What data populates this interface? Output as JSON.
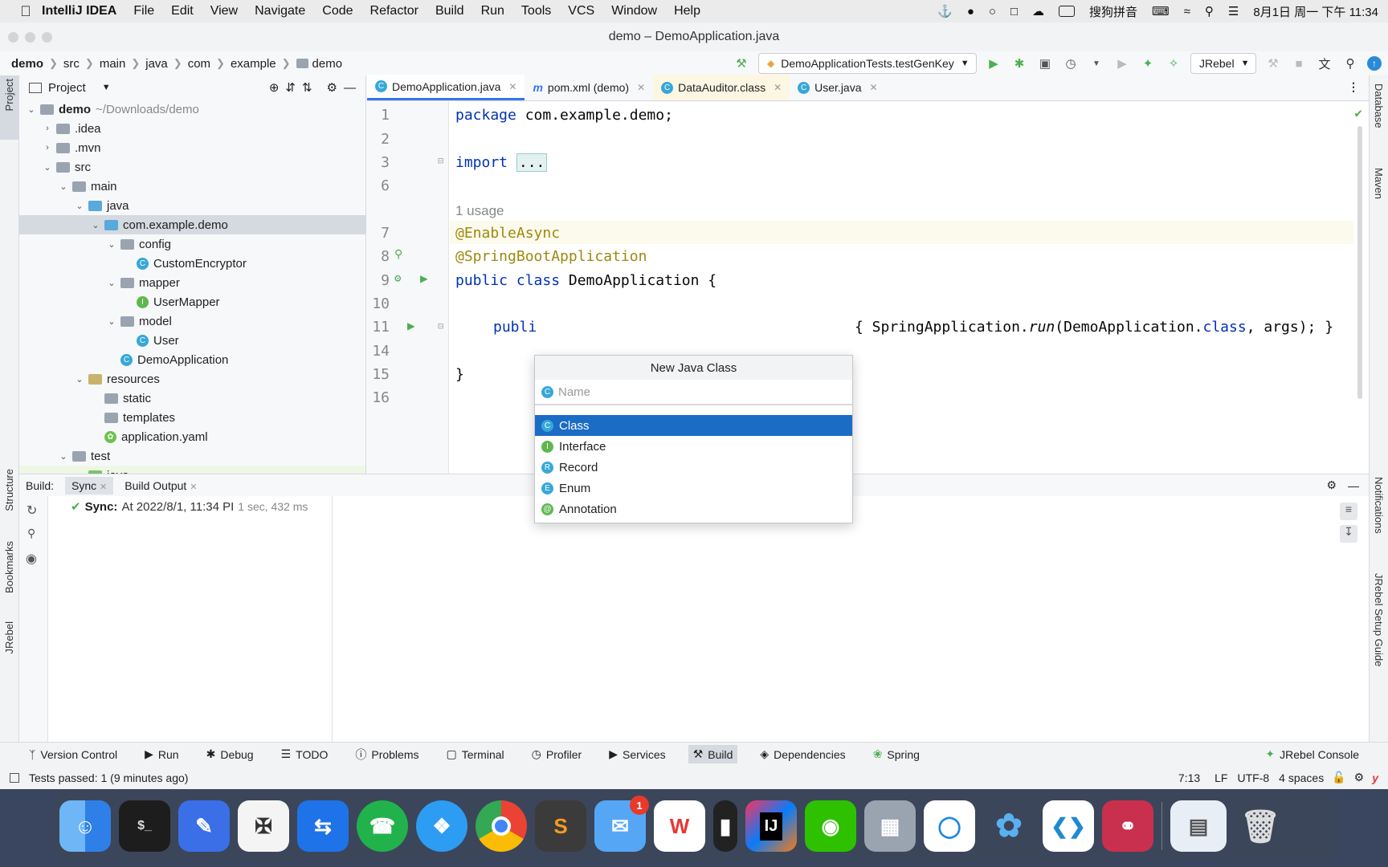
{
  "menubar": {
    "items": [
      "IntelliJ IDEA",
      "File",
      "Edit",
      "View",
      "Navigate",
      "Code",
      "Refactor",
      "Build",
      "Run",
      "Tools",
      "VCS",
      "Window",
      "Help"
    ],
    "input_method": "搜狗拼音",
    "clock": "8月1日 周一 下午 11:34"
  },
  "window": {
    "title": "demo – DemoApplication.java"
  },
  "breadcrumb": [
    "demo",
    "src",
    "main",
    "java",
    "com",
    "example",
    "demo"
  ],
  "toolbar": {
    "run_config": "DemoApplicationTests.testGenKey",
    "jrebel": "JRebel"
  },
  "project": {
    "title": "Project",
    "tree": [
      {
        "label": "demo",
        "extra": "~/Downloads/demo",
        "depth": 0,
        "chev": "v",
        "icon": "module"
      },
      {
        "label": ".idea",
        "depth": 1,
        "chev": ">",
        "icon": "folder"
      },
      {
        "label": ".mvn",
        "depth": 1,
        "chev": ">",
        "icon": "folder"
      },
      {
        "label": "src",
        "depth": 1,
        "chev": "v",
        "icon": "folder"
      },
      {
        "label": "main",
        "depth": 2,
        "chev": "v",
        "icon": "folder"
      },
      {
        "label": "java",
        "depth": 3,
        "chev": "v",
        "icon": "src"
      },
      {
        "label": "com.example.demo",
        "depth": 4,
        "chev": "v",
        "icon": "package"
      },
      {
        "label": "config",
        "depth": 5,
        "chev": "v",
        "icon": "package"
      },
      {
        "label": "CustomEncryptor",
        "depth": 6,
        "chev": "",
        "icon": "class"
      },
      {
        "label": "mapper",
        "depth": 5,
        "chev": "v",
        "icon": "package"
      },
      {
        "label": "UserMapper",
        "depth": 6,
        "chev": "",
        "icon": "interface"
      },
      {
        "label": "model",
        "depth": 5,
        "chev": "v",
        "icon": "package"
      },
      {
        "label": "User",
        "depth": 6,
        "chev": "",
        "icon": "class"
      },
      {
        "label": "DemoApplication",
        "depth": 5,
        "chev": "",
        "icon": "springclass"
      },
      {
        "label": "resources",
        "depth": 3,
        "chev": "v",
        "icon": "res"
      },
      {
        "label": "static",
        "depth": 4,
        "chev": "",
        "icon": "folder"
      },
      {
        "label": "templates",
        "depth": 4,
        "chev": "",
        "icon": "folder"
      },
      {
        "label": "application.yaml",
        "depth": 4,
        "chev": "",
        "icon": "yaml"
      },
      {
        "label": "test",
        "depth": 2,
        "chev": "v",
        "icon": "folder"
      },
      {
        "label": "java",
        "depth": 3,
        "chev": "v",
        "icon": "testsrc"
      }
    ]
  },
  "tabs": [
    {
      "label": "DemoApplication.java",
      "icon": "C"
    },
    {
      "label": "pom.xml (demo)",
      "icon": "m"
    },
    {
      "label": "DataAuditor.class",
      "icon": "C"
    },
    {
      "label": "User.java",
      "icon": "C"
    }
  ],
  "editor": {
    "line_numbers": [
      "1",
      "2",
      "3",
      "6",
      "",
      "7",
      "8",
      "9",
      "10",
      "11",
      "14",
      "15",
      "16"
    ],
    "line1": "com.example.demo;",
    "kw_package": "package",
    "kw_import": "import",
    "import_fold": "...",
    "usages": "1 usage",
    "ann1": "@EnableAsync",
    "ann2": "@SpringBootApplication",
    "kw_public": "public",
    "kw_class": "class",
    "class_decl": "DemoApplication {",
    "line11_left": "publi",
    "line11_right_a": "{ SpringApplication.",
    "line11_run": "run",
    "line11_right_b": "(DemoApplication.",
    "line11_class": "class",
    "line11_right_c": ", args); }",
    "close_brace": "}"
  },
  "popup": {
    "title": "New Java Class",
    "placeholder": "Name",
    "options": [
      {
        "label": "Class",
        "icon": "C"
      },
      {
        "label": "Interface",
        "icon": "I"
      },
      {
        "label": "Record",
        "icon": "R"
      },
      {
        "label": "Enum",
        "icon": "E"
      },
      {
        "label": "Annotation",
        "icon": "@"
      }
    ]
  },
  "build": {
    "label": "Build:",
    "tab_sync": "Sync",
    "tab_output": "Build Output",
    "sync_title": "Sync:",
    "sync_text": "At 2022/8/1, 11:34 PI",
    "sync_time": "1 sec, 432 ms"
  },
  "left_strip": [
    "Project",
    "Structure",
    "Bookmarks",
    "JRebel"
  ],
  "right_strip": [
    "Database",
    "Maven",
    "Notifications",
    "JRebel Setup Guide"
  ],
  "tool_windows": [
    "Version Control",
    "Run",
    "Debug",
    "TODO",
    "Problems",
    "Terminal",
    "Profiler",
    "Services",
    "Build",
    "Dependencies",
    "Spring"
  ],
  "jrebel_console": "JRebel Console",
  "status": {
    "message": "Tests passed: 1 (9 minutes ago)",
    "position": "7:13",
    "line_sep": "LF",
    "encoding": "UTF-8",
    "indent": "4 spaces"
  },
  "dock": {
    "apps": [
      "Finder",
      "Terminal",
      "Pages",
      "Inkscape",
      "TeamViewer",
      "PWA",
      "Safari",
      "Chrome",
      "Sublime Text",
      "Mail",
      "WPS",
      "Activity Monitor",
      "IntelliJ IDEA",
      "WeChat",
      "Launchpad",
      "QQ",
      "Stacks",
      "VS Code",
      "Git",
      "Preview",
      "Trash"
    ],
    "mail_badge": "1"
  },
  "colors": {
    "accent": "#3574f0",
    "selection": "#1b6cc4",
    "run_green": "#4caf50"
  }
}
